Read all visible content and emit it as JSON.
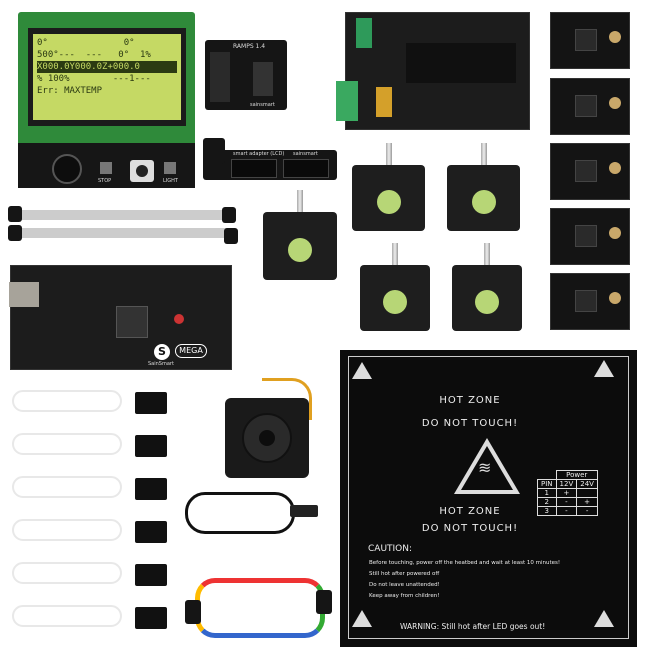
{
  "lcd": {
    "line1": "0°              0°",
    "line2": "500°---  ---   0°  1%",
    "line3": "X000.0Y000.0Z+000.0",
    "line4": "% 100%        ---1---",
    "line5": "Err: MAXTEMP",
    "stop_label": "STOP",
    "light_label": "LIGHT"
  },
  "ramps_adapter": {
    "title": "RAMPS 1.4",
    "brand": "sainsmart"
  },
  "smart_adapter": {
    "label": "smart adapter (LCD)",
    "brand": "sainsmart"
  },
  "mega": {
    "brand": "SainSmart",
    "model": "MEGA",
    "logo": "S"
  },
  "heatbed": {
    "hot_zone": "HOT ZONE",
    "do_not_touch": "DO NOT TOUCH!",
    "power_table": {
      "header": "Power",
      "columns": [
        "PIN",
        "12V",
        "24V"
      ],
      "rows": [
        [
          "1",
          "+",
          ""
        ],
        [
          "2",
          "-",
          "+"
        ],
        [
          "3",
          "-",
          "-"
        ]
      ]
    },
    "caution_title": "CAUTION:",
    "caution_lines": [
      "Before touching, power off the heatbed and wait at least 10 minutes!",
      "Still hot after powered off",
      "Do not leave unattended!",
      "Keep away from children!"
    ],
    "warning": "WARNING: Still hot after LED goes out!"
  },
  "colors": {
    "lcd_green": "#c5d964",
    "pcb_green": "#2f8a3a",
    "board_black": "#151515",
    "motor_label": "#b7d676"
  }
}
